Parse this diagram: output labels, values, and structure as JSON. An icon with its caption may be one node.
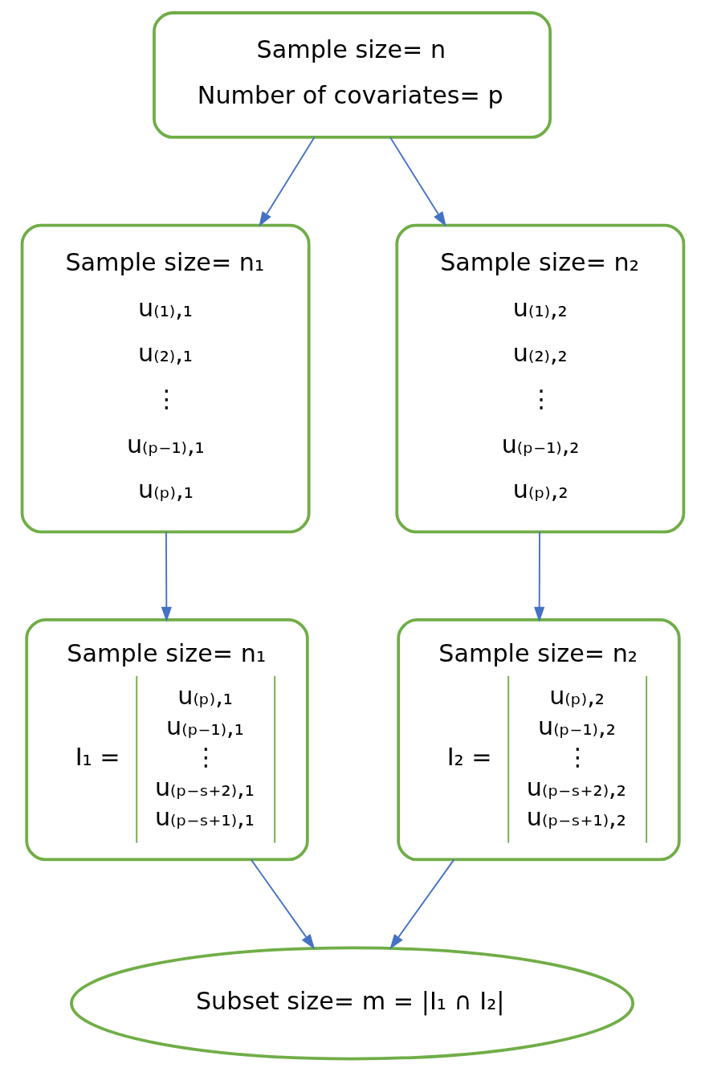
{
  "diagram": {
    "nodes": [
      {
        "text": [
          "Sample size= n",
          "Number of covariates= p"
        ]
      },
      {
        "text": [
          "Sample size= n₁",
          "u₍₁₎,₁",
          "u₍₂₎,₁",
          "⋮",
          "u₍ₚ₋₁₎,₁",
          "u₍ₚ₎,₁"
        ]
      },
      {
        "text": [
          "Sample size= n₂",
          "u₍₁₎,₂",
          "u₍₂₎,₂",
          "⋮",
          "u₍ₚ₋₁₎,₂",
          "u₍ₚ₎,₂"
        ]
      },
      {
        "text": [
          "Sample size= n₁",
          "I₁ =",
          "u₍ₚ₎,₁",
          "u₍ₚ₋₁₎,₁",
          "⋮",
          "u₍ₚ₋ₛ₊₂₎,₁",
          "u₍ₚ₋ₛ₊₁₎,₁"
        ]
      },
      {
        "text": [
          "Sample size= n₂",
          "I₂ =",
          "u₍ₚ₎,₂",
          "u₍ₚ₋₁₎,₂",
          "⋮",
          "u₍ₚ₋ₛ₊₂₎,₂",
          "u₍ₚ₋ₛ₊₁₎,₂"
        ]
      },
      {
        "text": [
          "Subset size= m = |I₁ ∩ I₂|"
        ]
      }
    ],
    "edges": [
      {
        "from": 0,
        "to": 1,
        "arrow": "to"
      },
      {
        "from": 0,
        "to": 2,
        "arrow": "to"
      },
      {
        "from": 1,
        "to": 3,
        "arrow": "to"
      },
      {
        "from": 2,
        "to": 4,
        "arrow": "to"
      },
      {
        "from": 3,
        "to": 5,
        "arrow": "to"
      },
      {
        "from": 4,
        "to": 5,
        "arrow": "to"
      }
    ]
  }
}
